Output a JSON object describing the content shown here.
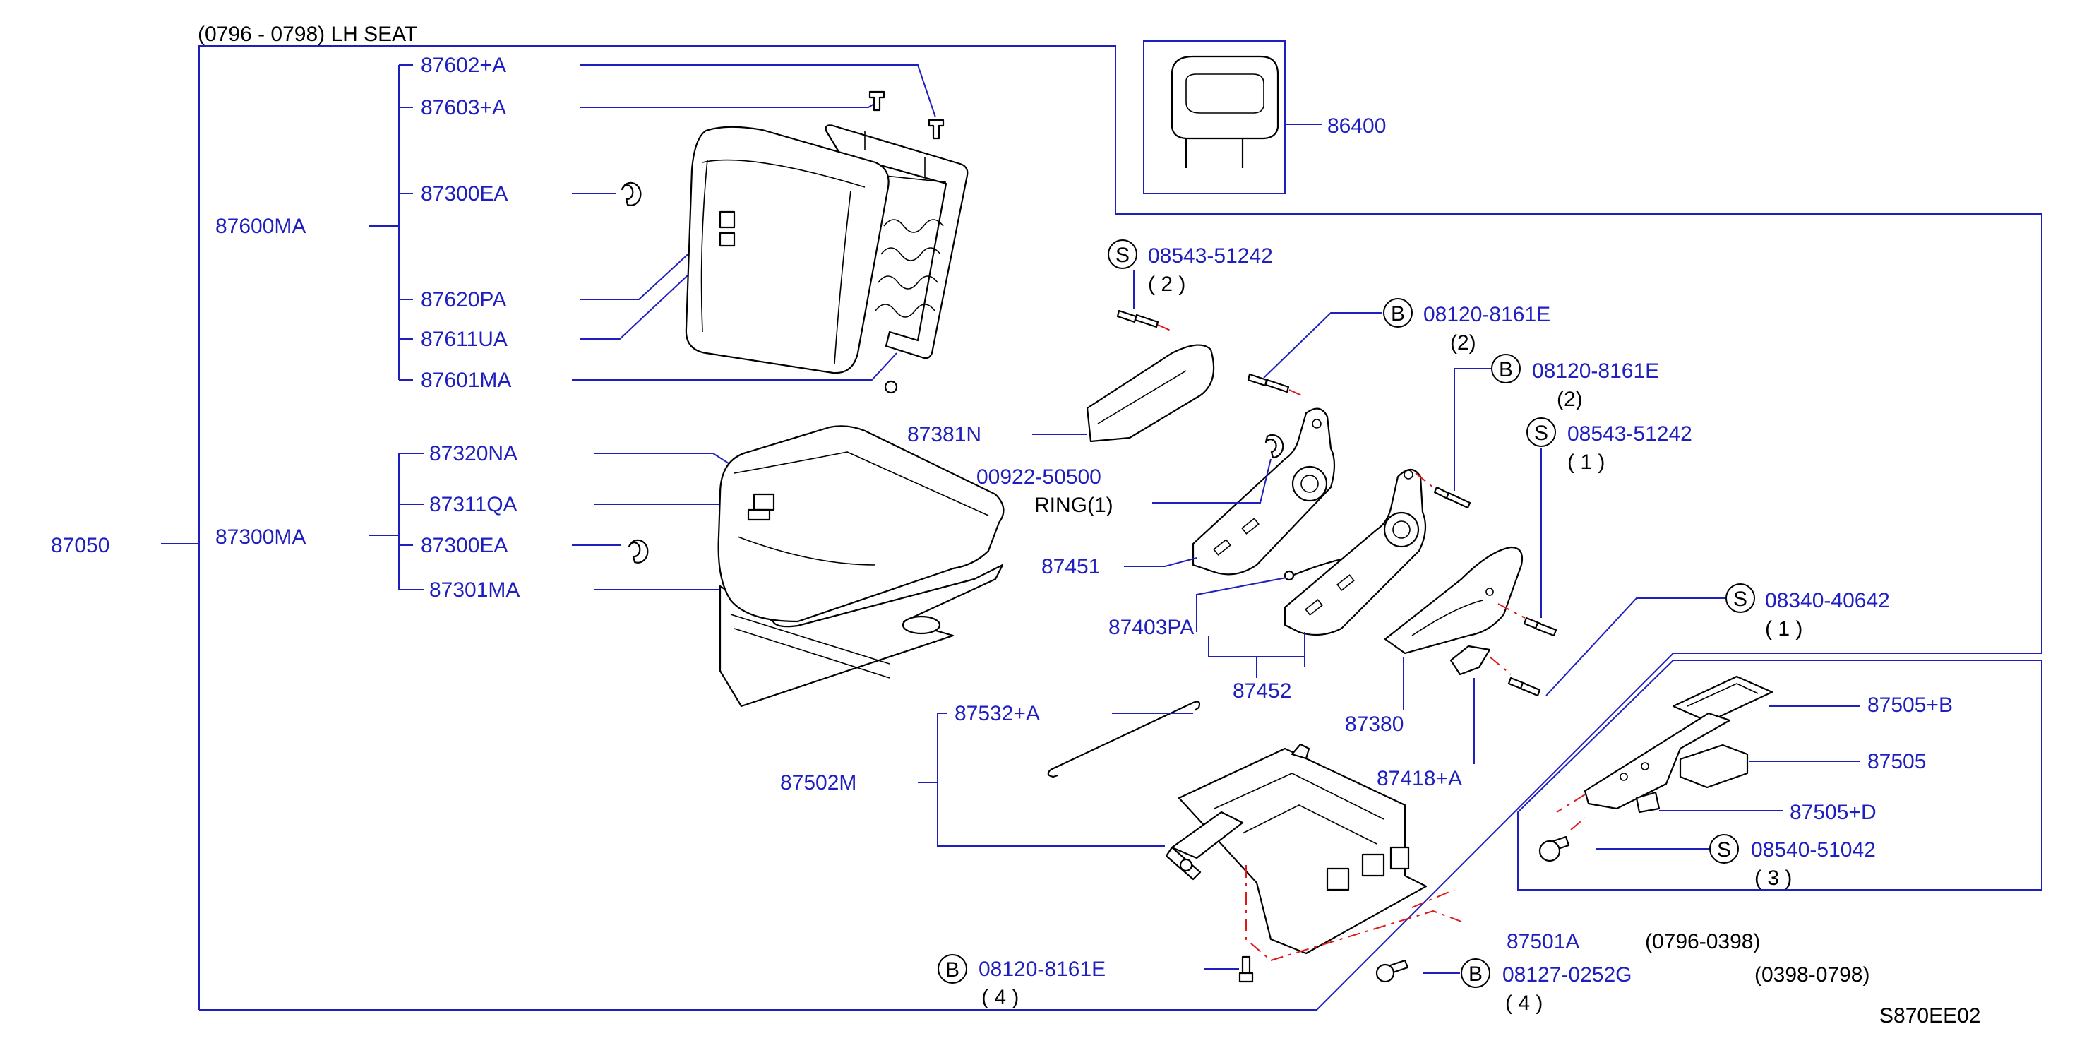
{
  "header": {
    "text": "(0796  -  0798)  LH  SEAT"
  },
  "diagram_code": "S870EE02",
  "parts": {
    "assembly": "87050",
    "backrest_group": "87600MA",
    "backrest_items": [
      "87602+A",
      "87603+A",
      "87300EA",
      "87620PA",
      "87611UA",
      "87601MA"
    ],
    "cushion_group": "87300MA",
    "cushion_items": [
      "87320NA",
      "87311QA",
      "87300EA",
      "87301MA"
    ],
    "headrest": "86400",
    "bracket_87381n": "87381N",
    "ring_number": "00922-50500",
    "ring_label": "RING(1)",
    "hinge_87451": "87451",
    "spring_87403pa": "87403PA",
    "hinge_87452": "87452",
    "cover_87380": "87380",
    "knob_87418a": "87418+A",
    "slide_group": "87502M",
    "rod_87532a": "87532+A",
    "slide_87501a": "87501A",
    "slide_87501a_date": "(0796-0398)",
    "slide_alt_date": "(0398-0798)",
    "cover_87505b": "87505+B",
    "cover_87505": "87505",
    "cover_87505d": "87505+D"
  },
  "fasteners": [
    {
      "symbol": "S",
      "number": "08543-51242",
      "qty": "( 2  )"
    },
    {
      "symbol": "B",
      "number": "08120-8161E",
      "qty": "(2)"
    },
    {
      "symbol": "B",
      "number": "08120-8161E",
      "qty": "(2)"
    },
    {
      "symbol": "S",
      "number": "08543-51242",
      "qty": "(  1  )"
    },
    {
      "symbol": "S",
      "number": "08340-40642",
      "qty": "(  1  )"
    },
    {
      "symbol": "S",
      "number": "08540-51042",
      "qty": "(  3   )"
    },
    {
      "symbol": "B",
      "number": "08120-8161E",
      "qty": "(  4  )"
    },
    {
      "symbol": "B",
      "number": "08127-0252G",
      "qty": "(  4  )"
    }
  ],
  "colors": {
    "part_number": "#1f1fbf",
    "leader": "#1f1fbf",
    "drawing": "#000000",
    "centerline": "#e01818"
  }
}
